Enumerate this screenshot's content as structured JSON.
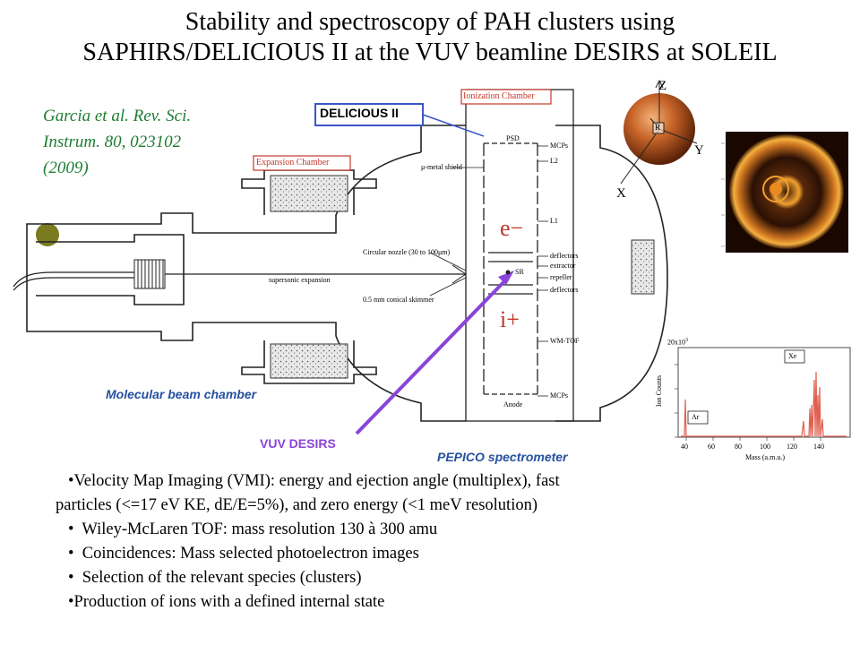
{
  "title_line1": "Stability and spectroscopy of PAH clusters using",
  "title_line2": "SAPHIRS/DELICIOUS II at the VUV beamline DESIRS  at SOLEIL",
  "reference": [
    "Garcia et al. Rev. Sci.",
    "Instrum. 80, 023102",
    "(2009)"
  ],
  "diagram": {
    "ionization_chamber": "Ionization Chamber",
    "delicious": "DELICIOUS II",
    "expansion_chamber": "Expansion Chamber",
    "psd": "PSD",
    "mcps_top": "MCPs",
    "l2": "L2",
    "mu_metal": "μ-metal shield",
    "l1": "L1",
    "deflectors_top": "deflectors",
    "extractor": "extractor",
    "sr": "SR",
    "repeller": "repeller",
    "deflectors_bottom": "deflectors",
    "wm_tof": "WM-TOF",
    "mcps_bottom": "MCPs",
    "anode": "Anode",
    "circular_nozzle": "Circular nozzle (30 to 100μm)",
    "supersonic": "supersonic expansion",
    "skimmer": "0.5 mm conical skimmer",
    "electron_symbol": "e−",
    "ion_symbol": "i+"
  },
  "labels": {
    "molecular_beam": "Molecular beam chamber",
    "vuv_desirs": "VUV DESIRS",
    "pepico": "PEPICO spectrometer"
  },
  "axes3d": {
    "z": "Z",
    "y": "Y",
    "x": "X",
    "r": "R"
  },
  "mass_spectrum": {
    "y_scale": "20x10",
    "y_scale_exp": "3",
    "ylabel": "Ion Counts",
    "xlabel": "Mass (a.m.u.)",
    "x_ticks": [
      "40",
      "60",
      "80",
      "100",
      "120",
      "140"
    ],
    "ar_label": "Ar",
    "xe_label": "Xe"
  },
  "bullets": [
    "Velocity Map Imaging  (VMI): energy and ejection angle (multiplex), fast",
    "particles (<=17 eV KE, dE/E=5%), and zero energy (<1 meV resolution)",
    "Wiley-McLaren TOF: mass resolution 130 à 300 amu",
    "Coincidences: Mass selected photoelectron images",
    "Selection of the relevant species (clusters)",
    "Production of ions with a defined internal state"
  ],
  "colors": {
    "green_text": "#1e7d32",
    "blue_label": "#2550a0",
    "purple": "#8a44d8",
    "red_label": "#c0392b",
    "spectrum_line": "#e06050"
  }
}
